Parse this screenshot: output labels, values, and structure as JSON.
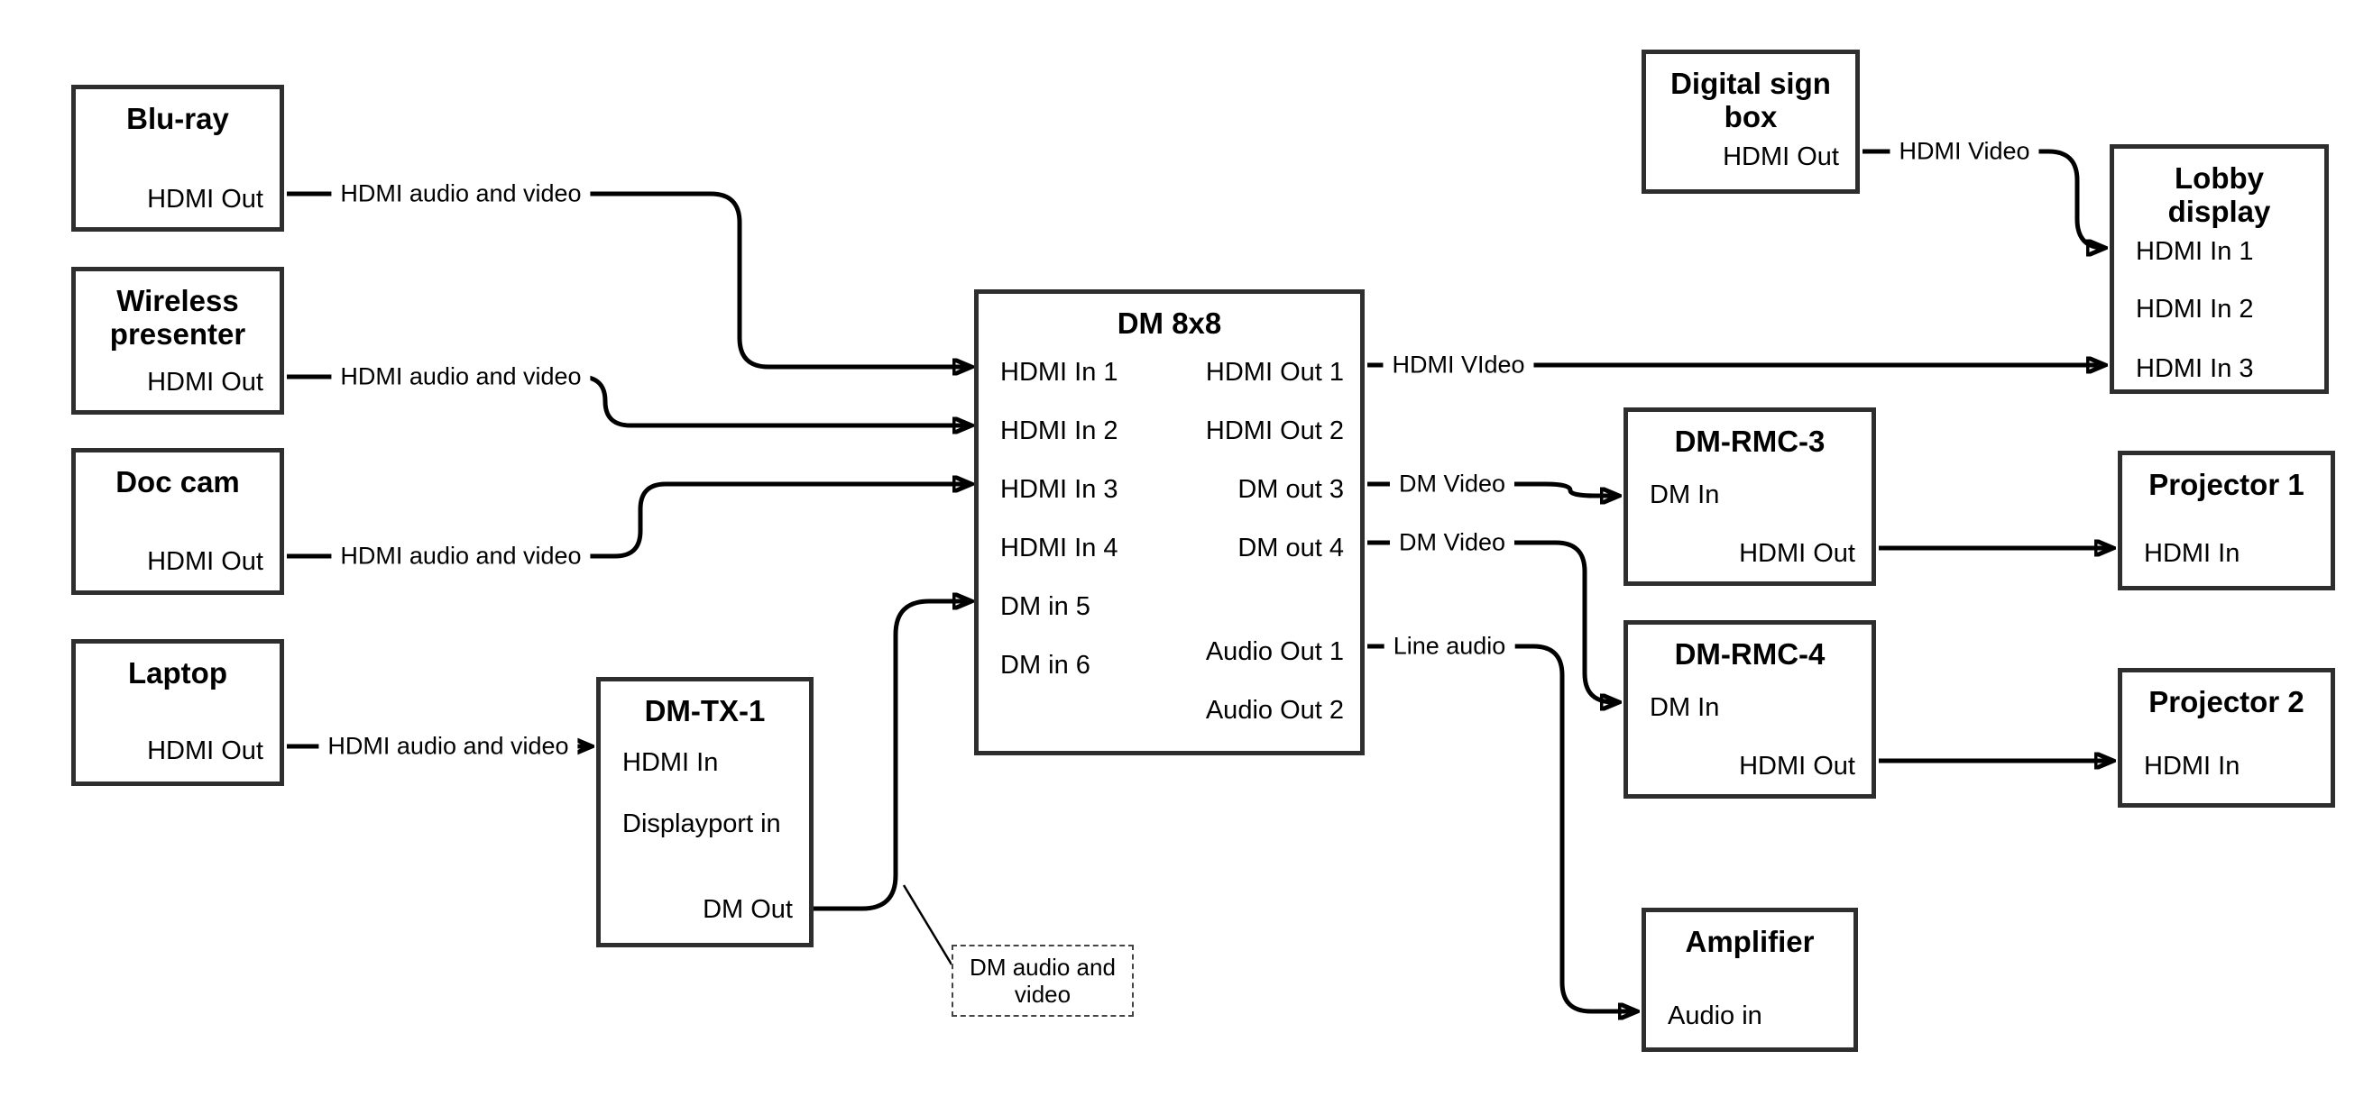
{
  "diagram": {
    "background_color": "#ffffff",
    "line_color": "#000000",
    "box_border_color": "#2e2e2e"
  },
  "nodes": {
    "bluray": {
      "title": "Blu-ray",
      "port_out": "HDMI Out"
    },
    "wireless": {
      "title": "Wireless presenter",
      "port_out": "HDMI Out"
    },
    "doccam": {
      "title": "Doc cam",
      "port_out": "HDMI Out"
    },
    "laptop": {
      "title": "Laptop",
      "port_out": "HDMI Out"
    },
    "dmtx1": {
      "title": "DM-TX-1",
      "port_hdmi_in": "HDMI In",
      "port_dp_in": "Displayport in",
      "port_dm_out": "DM Out"
    },
    "dm8x8": {
      "title": "DM 8x8",
      "in1": "HDMI In 1",
      "in2": "HDMI In 2",
      "in3": "HDMI In 3",
      "in4": "HDMI In 4",
      "in5": "DM in 5",
      "in6": "DM in 6",
      "out1": "HDMI Out 1",
      "out2": "HDMI Out 2",
      "out3": "DM out 3",
      "out4": "DM out 4",
      "audio_out1": "Audio Out 1",
      "audio_out2": "Audio Out 2"
    },
    "digitalsign": {
      "title": "Digital sign box",
      "port_out": "HDMI Out"
    },
    "lobby": {
      "title": "Lobby display",
      "in1": "HDMI In 1",
      "in2": "HDMI In 2",
      "in3": "HDMI In 3"
    },
    "rmc3": {
      "title": "DM-RMC-3",
      "dm_in": "DM In",
      "hdmi_out": "HDMI Out"
    },
    "proj1": {
      "title": "Projector 1",
      "hdmi_in": "HDMI In"
    },
    "rmc4": {
      "title": "DM-RMC-4",
      "dm_in": "DM In",
      "hdmi_out": "HDMI Out"
    },
    "proj2": {
      "title": "Projector 2",
      "hdmi_in": "HDMI In"
    },
    "amp": {
      "title": "Amplifier",
      "audio_in": "Audio in"
    }
  },
  "note": {
    "text": "DM audio and video"
  },
  "edge_labels": {
    "bluray_hdmi": "HDMI audio and video",
    "wireless_hdmi": "HDMI audio and video",
    "doccam_hdmi": "HDMI audio and video",
    "laptop_hdmi": "HDMI audio and video",
    "out1_video": "HDMI VIdeo",
    "sign_video": "HDMI Video",
    "out3_dm": "DM Video",
    "out4_dm": "DM Video",
    "audio1_line": "Line audio"
  }
}
